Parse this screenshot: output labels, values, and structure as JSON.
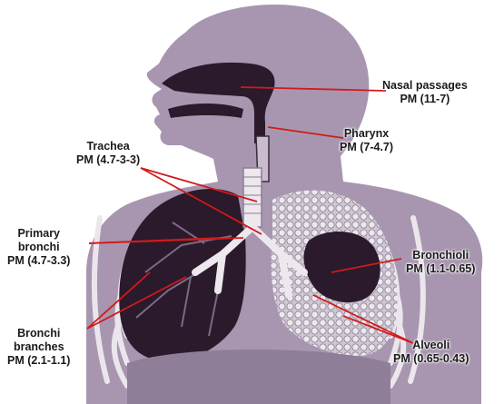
{
  "labels": {
    "nasal": {
      "name": "Nasal passages",
      "pm": "PM (11-7)"
    },
    "pharynx": {
      "name": "Pharynx",
      "pm": "PM (7-4.7)"
    },
    "trachea": {
      "name": "Trachea",
      "pm": "PM (4.7-3-3)"
    },
    "primary": {
      "name1": "Primary",
      "name2": "bronchi",
      "pm": "PM (4.7-3.3)"
    },
    "bronchioli": {
      "name": "Bronchioli",
      "pm": "PM (1.1-0.65)"
    },
    "bronchi_branches": {
      "name1": "Bronchi",
      "name2": "branches",
      "pm": "PM (2.1-1.1)"
    },
    "alveoli": {
      "name": "Alveoli",
      "pm": "PM (0.65-0.43)"
    }
  },
  "colors": {
    "body": "#a896b0",
    "dark": "#2b1a2b",
    "pointer": "#d11a1a",
    "alveoli": "#c9c1cc"
  }
}
